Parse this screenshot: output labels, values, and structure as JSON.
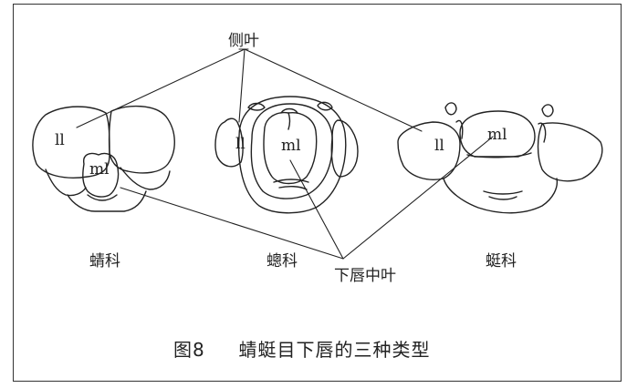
{
  "labels": {
    "lateral_lobe": "侧叶",
    "median_lobe": "下唇中叶",
    "ll": "ll",
    "ml": "ml"
  },
  "families": {
    "left": "蜻科",
    "middle": "蟌科",
    "right": "蜓科"
  },
  "caption": {
    "number": "图8",
    "title": "蜻蜓目下唇的三种类型"
  }
}
